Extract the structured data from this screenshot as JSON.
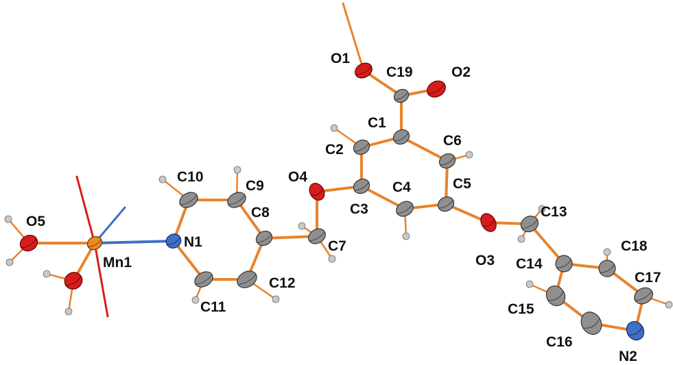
{
  "title": "Molecular structure (thermal ellipsoid plot) with Mn1 coordination",
  "labels": {
    "O1": "O1",
    "O2": "O2",
    "C19": "C19",
    "C1": "C1",
    "C2": "C2",
    "C6": "C6",
    "C3": "C3",
    "C4": "C4",
    "C5": "C5",
    "O4": "O4",
    "C7": "C7",
    "C8": "C8",
    "C9": "C9",
    "C10": "C10",
    "N1": "N1",
    "C11": "C11",
    "C12": "C12",
    "Mn1": "Mn1",
    "O5": "O5",
    "O3": "O3",
    "C13": "C13",
    "C14": "C14",
    "C15": "C15",
    "C16": "C16",
    "N2": "N2",
    "C17": "C17",
    "C18": "C18"
  },
  "colors": {
    "bond": "#e8832c",
    "carbon": "#8f8f8f",
    "oxygen": "#d81c1c",
    "nitrogen": "#3f6fc8",
    "manganese": "#ea8a22",
    "hydrogen": "#c8c8c8"
  }
}
